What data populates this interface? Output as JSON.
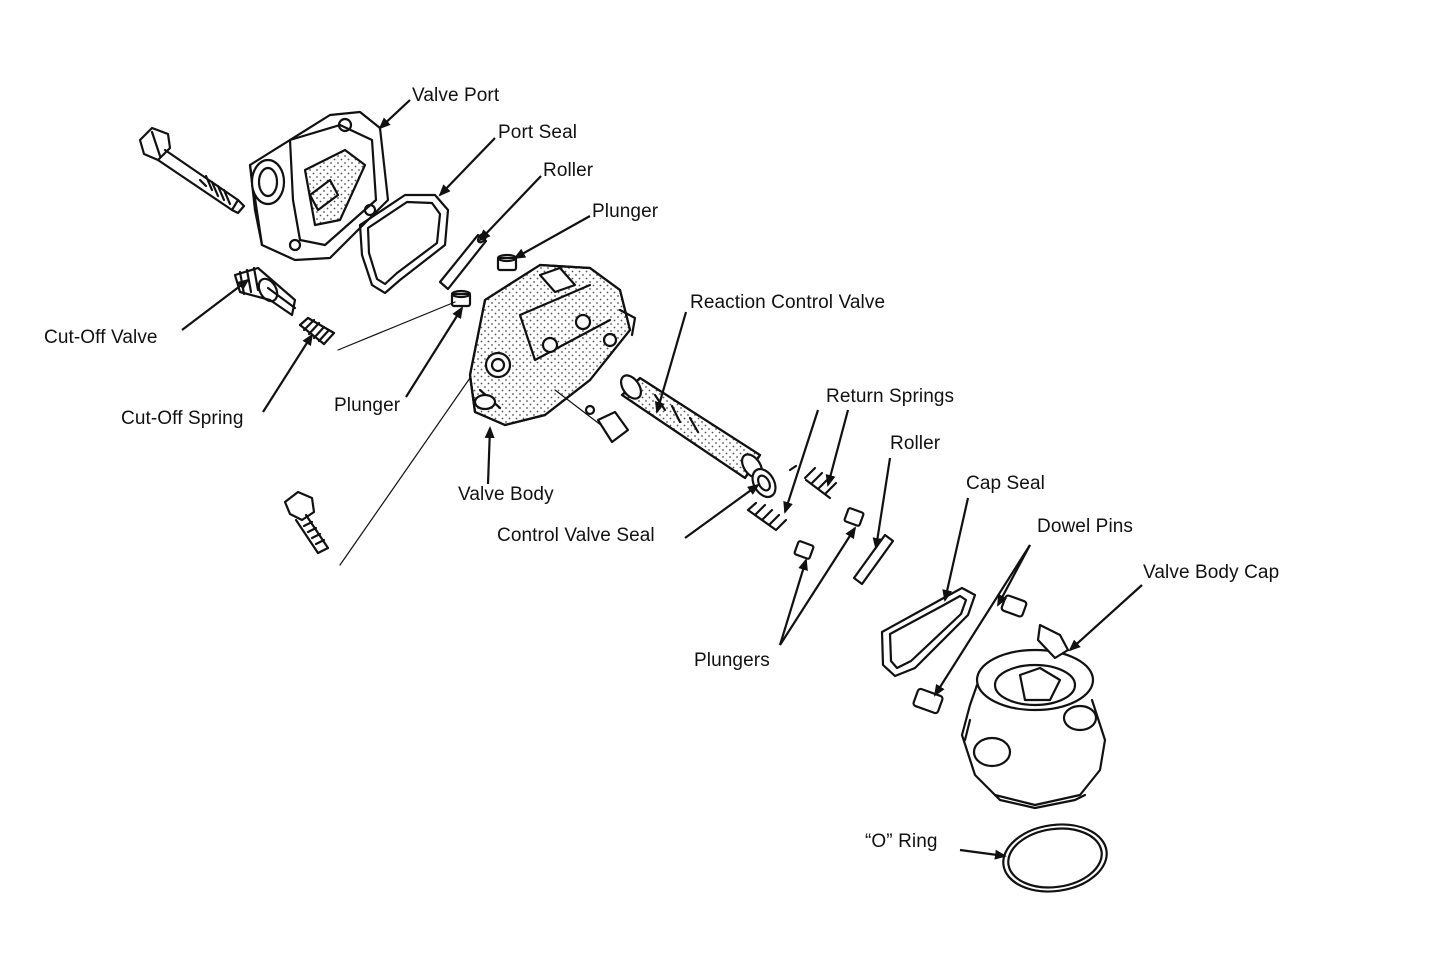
{
  "diagram": {
    "ink_color": "#111111",
    "stipple_color": "#555555",
    "labels": {
      "valve_port": "Valve Port",
      "port_seal": "Port Seal",
      "roller_top": "Roller",
      "plunger_top": "Plunger",
      "reaction_control_valve": "Reaction Control Valve",
      "cut_off_valve": "Cut-Off Valve",
      "cut_off_spring": "Cut-Off Spring",
      "plunger_mid": "Plunger",
      "return_springs": "Return Springs",
      "roller_right": "Roller",
      "cap_seal": "Cap Seal",
      "valve_body": "Valve Body",
      "control_valve_seal": "Control Valve Seal",
      "dowel_pins": "Dowel Pins",
      "valve_body_cap": "Valve Body Cap",
      "plungers": "Plungers",
      "o_ring": "“O” Ring"
    }
  }
}
